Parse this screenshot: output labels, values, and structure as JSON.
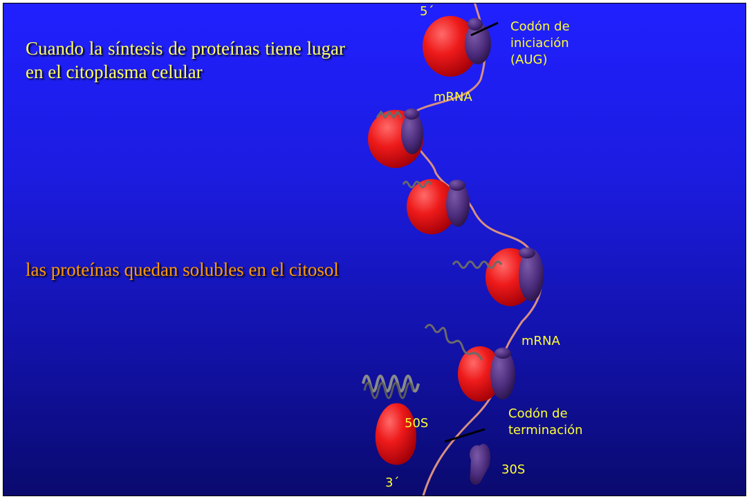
{
  "slide": {
    "intro_text": "Cuando la síntesis de proteínas tiene lugar en el citoplasma celular",
    "result_text": "las proteínas quedan solubles en el citosol"
  },
  "labels": {
    "five_prime": "5´",
    "three_prime": "3´",
    "start_codon": [
      "Codón de",
      "iniciación",
      "(AUG)"
    ],
    "mrna_top": "mRNA",
    "mrna_bottom": "mRNA",
    "stop_codon": [
      "Codón de",
      "terminación"
    ],
    "large_subunit": "50S",
    "small_subunit": "30S"
  },
  "colors": {
    "background_top": "#2020ff",
    "background_bottom": "#0a0a6e",
    "intro_text": "#ffff66",
    "result_text": "#ff9900",
    "labels": "#ffff33",
    "large_subunit": "#e8101a",
    "small_subunit": "#4a2a7a",
    "mrna": "#e0907a",
    "polypeptide": "#6a6a6a"
  }
}
